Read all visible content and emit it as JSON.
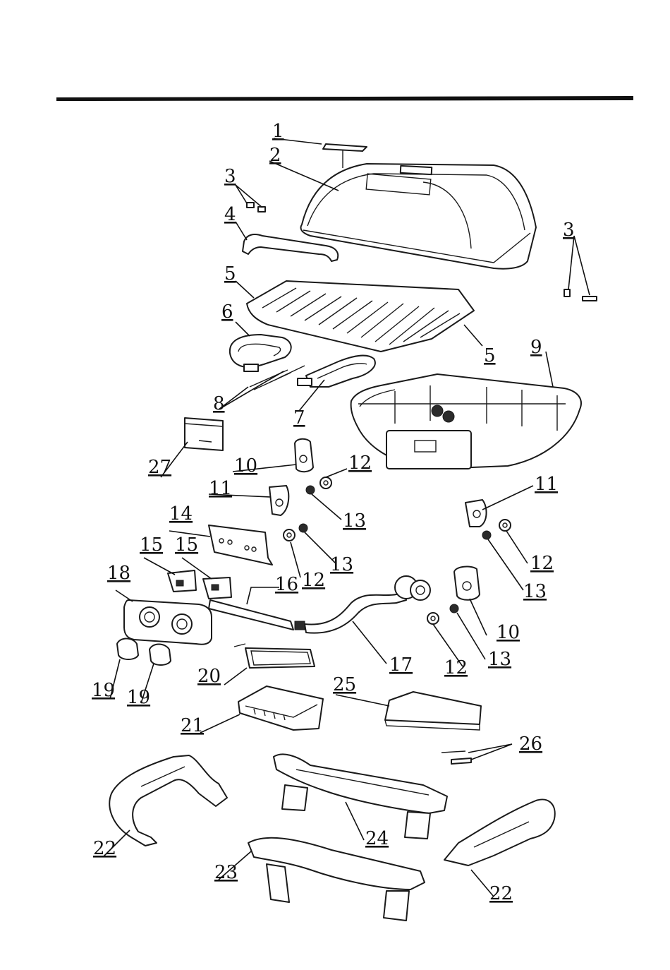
{
  "callouts": [
    {
      "id": "c1",
      "label": "1"
    },
    {
      "id": "c2",
      "label": "2"
    },
    {
      "id": "c3a",
      "label": "3"
    },
    {
      "id": "c3b",
      "label": "3"
    },
    {
      "id": "c4",
      "label": "4"
    },
    {
      "id": "c5a",
      "label": "5"
    },
    {
      "id": "c5b",
      "label": "5"
    },
    {
      "id": "c6",
      "label": "6"
    },
    {
      "id": "c7",
      "label": "7"
    },
    {
      "id": "c8",
      "label": "8"
    },
    {
      "id": "c9",
      "label": "9"
    },
    {
      "id": "c10a",
      "label": "10"
    },
    {
      "id": "c10b",
      "label": "10"
    },
    {
      "id": "c11a",
      "label": "11"
    },
    {
      "id": "c11b",
      "label": "11"
    },
    {
      "id": "c12a",
      "label": "12"
    },
    {
      "id": "c12b",
      "label": "12"
    },
    {
      "id": "c12c",
      "label": "12"
    },
    {
      "id": "c12d",
      "label": "12"
    },
    {
      "id": "c13a",
      "label": "13"
    },
    {
      "id": "c13b",
      "label": "13"
    },
    {
      "id": "c13c",
      "label": "13"
    },
    {
      "id": "c13d",
      "label": "13"
    },
    {
      "id": "c14",
      "label": "14"
    },
    {
      "id": "c15a",
      "label": "15"
    },
    {
      "id": "c15b",
      "label": "15"
    },
    {
      "id": "c16",
      "label": "16"
    },
    {
      "id": "c17",
      "label": "17"
    },
    {
      "id": "c18",
      "label": "18"
    },
    {
      "id": "c19a",
      "label": "19"
    },
    {
      "id": "c19b",
      "label": "19"
    },
    {
      "id": "c20",
      "label": "20"
    },
    {
      "id": "c21",
      "label": "21"
    },
    {
      "id": "c22a",
      "label": "22"
    },
    {
      "id": "c22b",
      "label": "22"
    },
    {
      "id": "c23",
      "label": "23"
    },
    {
      "id": "c24",
      "label": "24"
    },
    {
      "id": "c25",
      "label": "25"
    },
    {
      "id": "c26",
      "label": "26"
    },
    {
      "id": "c27",
      "label": "27"
    }
  ]
}
